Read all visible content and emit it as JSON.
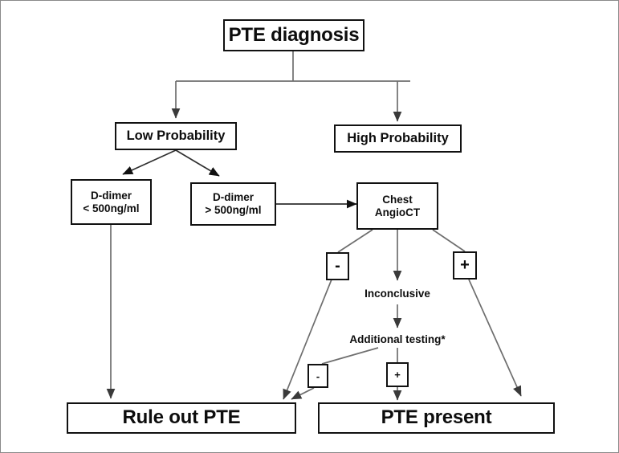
{
  "diagram": {
    "title": "PTE diagnosis flowchart",
    "colors": {
      "box_border": "#111111",
      "edge_line": "#5a5a5a",
      "edge_line_dark": "#1a1a1a",
      "background": "#ffffff",
      "frame": "#8a8a8a"
    },
    "nodes": [
      {
        "id": "pte-diagnosis",
        "label": "PTE diagnosis"
      },
      {
        "id": "low-probability",
        "label": "Low Probability"
      },
      {
        "id": "high-probability",
        "label": "High Probability"
      },
      {
        "id": "d-dimer-low-l1",
        "label": "D-dimer"
      },
      {
        "id": "d-dimer-low-l2",
        "label": "< 500ng/ml"
      },
      {
        "id": "d-dimer-high-l1",
        "label": "D-dimer"
      },
      {
        "id": "d-dimer-high-l2",
        "label": "> 500ng/ml"
      },
      {
        "id": "chest-angioct-l1",
        "label": "Chest"
      },
      {
        "id": "chest-angioct-l2",
        "label": "AngioCT"
      },
      {
        "id": "rule-out-pte",
        "label": "Rule out PTE"
      },
      {
        "id": "pte-present",
        "label": "PTE present"
      }
    ],
    "markers": [
      {
        "id": "ct-negative",
        "label": "-"
      },
      {
        "id": "ct-positive",
        "label": "+"
      },
      {
        "id": "additional-negative",
        "label": "-"
      },
      {
        "id": "additional-positive",
        "label": "+"
      }
    ],
    "annotations": [
      {
        "id": "inconclusive",
        "label": "Inconclusive"
      },
      {
        "id": "additional-testing",
        "label": "Additional testing*"
      }
    ]
  }
}
